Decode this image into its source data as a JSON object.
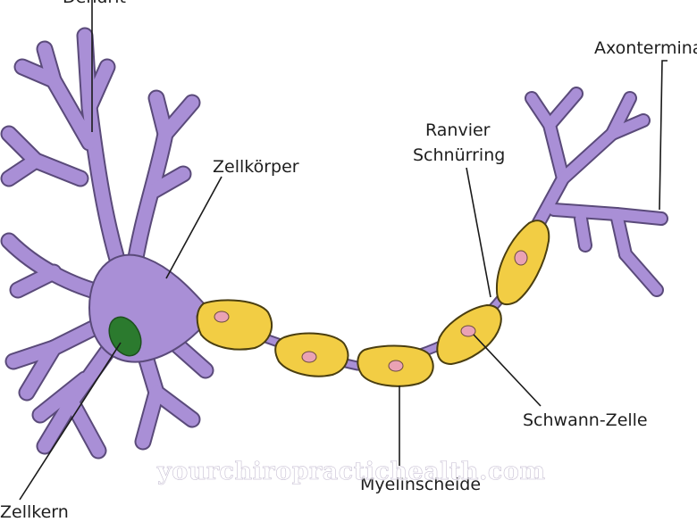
{
  "colors": {
    "cell_body": "#a98fd6",
    "cell_outline": "#5a4a7a",
    "nucleus": "#2b7a2e",
    "schwann_fill": "#f2cd44",
    "schwann_outline": "#4a3e10",
    "schwann_nucleus": "#eaa2b4",
    "background": "#ffffff"
  },
  "labels": {
    "dendrite": "Dendrit",
    "cell_body": "Zellkörper",
    "nucleus": "Zellkern",
    "ranvier_line1": "Ranvier",
    "ranvier_line2": "Schnürring",
    "axon_terminal": "Axonterminal",
    "schwann_cell": "Schwann-Zelle",
    "myelin_sheath": "Myelinscheide"
  },
  "watermark": "yourchiropractichealth.com"
}
